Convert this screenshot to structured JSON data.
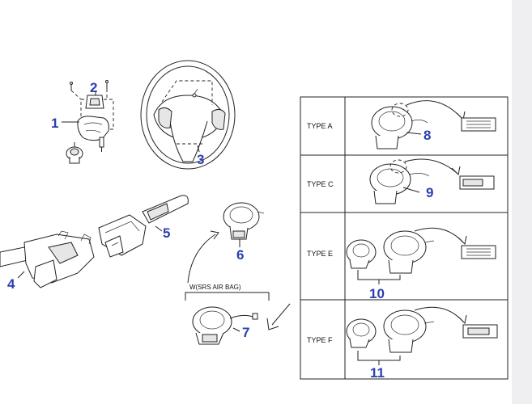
{
  "callouts": {
    "c1": "1",
    "c2": "2",
    "c3": "3",
    "c4": "4",
    "c5": "5",
    "c6": "6",
    "c7": "7",
    "c8": "8",
    "c9": "9",
    "c10": "10",
    "c11": "11"
  },
  "srs_label": "W(SRS AIR BAG)",
  "table": {
    "rows": [
      {
        "type": "TYPE A",
        "callout": "8"
      },
      {
        "type": "TYPE C",
        "callout": "9"
      },
      {
        "type": "TYPE E",
        "callout": "10"
      },
      {
        "type": "TYPE F",
        "callout": "11"
      }
    ]
  },
  "colors": {
    "callout": "#2b3fb0",
    "line": "#222222",
    "strip": "#efeff1"
  }
}
